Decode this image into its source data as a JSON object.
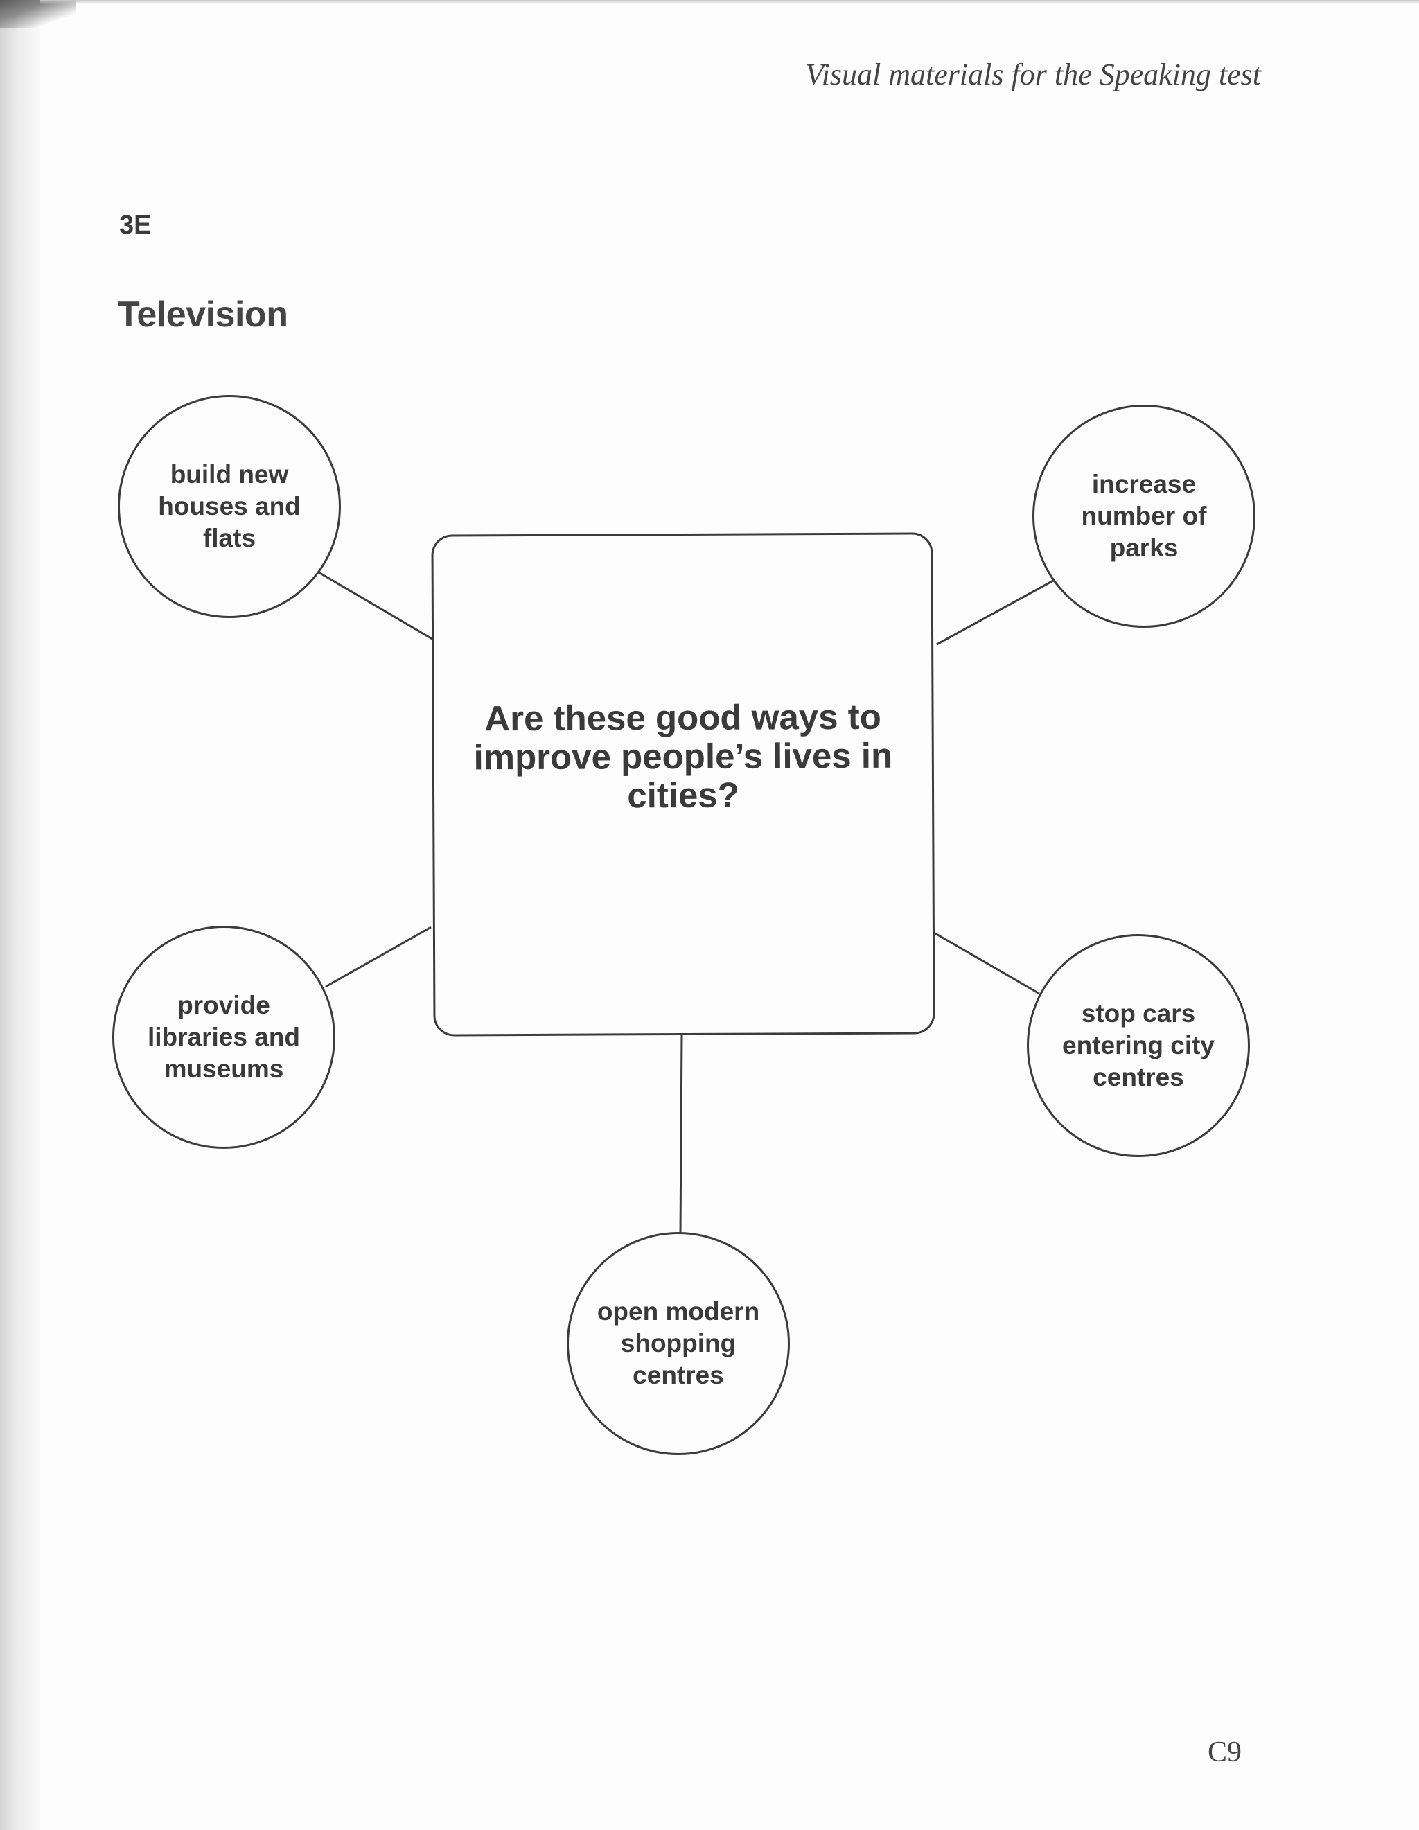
{
  "header": {
    "running_title": "Visual materials for the Speaking test"
  },
  "section": {
    "code": "3E",
    "title": "Television"
  },
  "diagram": {
    "question": "Are these good ways to improve people’s lives in cities?",
    "nodes": {
      "top_left": "build new houses and flats",
      "top_right": "increase number of parks",
      "bottom_left": "provide libraries and museums",
      "bottom_right": "stop cars entering city centres",
      "bottom": "open modern shopping centres"
    }
  },
  "footer": {
    "page_number": "C9"
  }
}
